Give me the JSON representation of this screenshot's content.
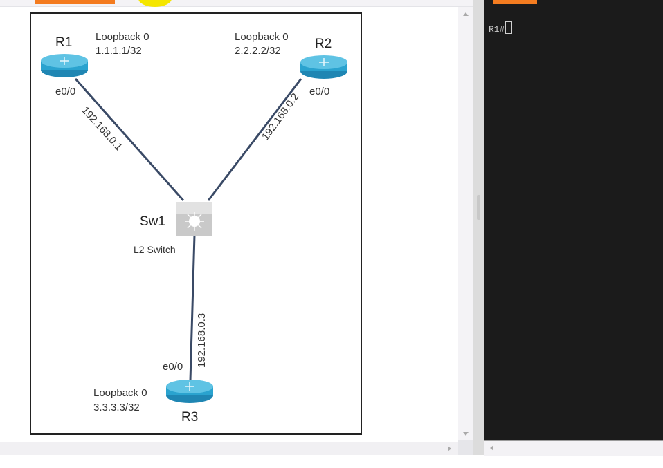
{
  "left_pane": {
    "tab_active_color": "#f47c20",
    "diagram": {
      "devices": [
        {
          "id": "R1",
          "name": "R1",
          "type": "router",
          "loopback_label": "Loopback 0",
          "loopback_ip": "1.1.1.1/32",
          "interface": "e0/0",
          "link_ip": "192.168.0.1"
        },
        {
          "id": "R2",
          "name": "R2",
          "type": "router",
          "loopback_label": "Loopback 0",
          "loopback_ip": "2.2.2.2/32",
          "interface": "e0/0",
          "link_ip": "192.168.0.2"
        },
        {
          "id": "R3",
          "name": "R3",
          "type": "router",
          "loopback_label": "Loopback 0",
          "loopback_ip": "3.3.3.3/32",
          "interface": "e0/0",
          "link_ip": "192.168.0.3"
        }
      ],
      "switch": {
        "name": "Sw1",
        "type_label": "L2 Switch"
      },
      "router_color": "#2aa3cf",
      "link_color": "#3a4a66"
    }
  },
  "terminal": {
    "prompt": "R1#",
    "tab_active_color": "#f47c20",
    "background": "#1b1b1b"
  }
}
